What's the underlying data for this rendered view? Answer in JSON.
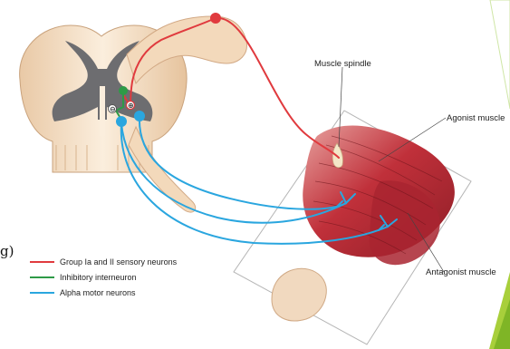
{
  "labels": {
    "muscle_spindle": "Muscle spindle",
    "agonist_muscle": "Agonist muscle",
    "antagonist_muscle": "Antagonist muscle",
    "left_fragment": "g)"
  },
  "symbols": {
    "minus": "⊖",
    "plus": "⊕"
  },
  "legend": [
    {
      "label": "Group Ia and II sensory neurons",
      "color": "#e03a3e"
    },
    {
      "label": "Inhibitory interneuron",
      "color": "#2e9a47"
    },
    {
      "label": "Alpha motor neurons",
      "color": "#2aa6df"
    }
  ],
  "colors": {
    "sensory": "#e03a3e",
    "inter": "#2e9a47",
    "motor": "#2aa6df",
    "cord": "#f5e2c6",
    "grey_matter": "#6d6d70",
    "muscle": "#c8323a"
  }
}
